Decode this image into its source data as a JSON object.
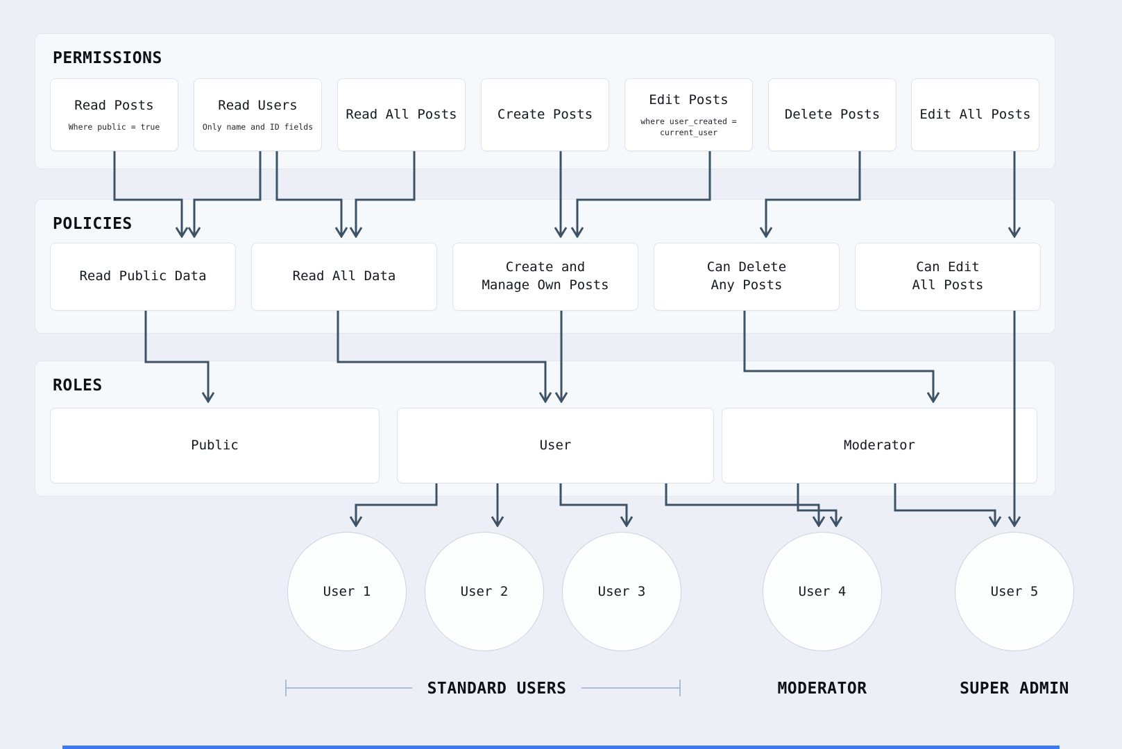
{
  "page": {
    "background_color": "#ecf0f6",
    "arrow_color": "#3e5266",
    "bracket_color": "#97abc6",
    "bottom_bar_color": "#3d7af0"
  },
  "sections": {
    "permissions": {
      "title": "PERMISSIONS",
      "items": [
        {
          "label": "Read Posts",
          "note": "Where public = true"
        },
        {
          "label": "Read Users",
          "note": "Only name and ID fields"
        },
        {
          "label": "Read All Posts",
          "note": ""
        },
        {
          "label": "Create Posts",
          "note": ""
        },
        {
          "label": "Edit Posts",
          "note": "where user_created =\ncurrent_user"
        },
        {
          "label": "Delete Posts",
          "note": ""
        },
        {
          "label": "Edit All Posts",
          "note": ""
        }
      ]
    },
    "policies": {
      "title": "POLICIES",
      "items": [
        {
          "label": "Read Public Data"
        },
        {
          "label": "Read All Data"
        },
        {
          "label": "Create and\nManage Own Posts"
        },
        {
          "label": "Can Delete\nAny Posts"
        },
        {
          "label": "Can Edit\nAll Posts"
        }
      ]
    },
    "roles": {
      "title": "ROLES",
      "items": [
        {
          "label": "Public"
        },
        {
          "label": "User"
        },
        {
          "label": "Moderator"
        }
      ]
    }
  },
  "users": {
    "items": [
      {
        "label": "User 1"
      },
      {
        "label": "User 2"
      },
      {
        "label": "User 3"
      },
      {
        "label": "User 4"
      },
      {
        "label": "User 5"
      }
    ]
  },
  "group_labels": {
    "standard_users": "STANDARD USERS",
    "moderator": "MODERATOR",
    "super_admin": "SUPER ADMIN"
  }
}
